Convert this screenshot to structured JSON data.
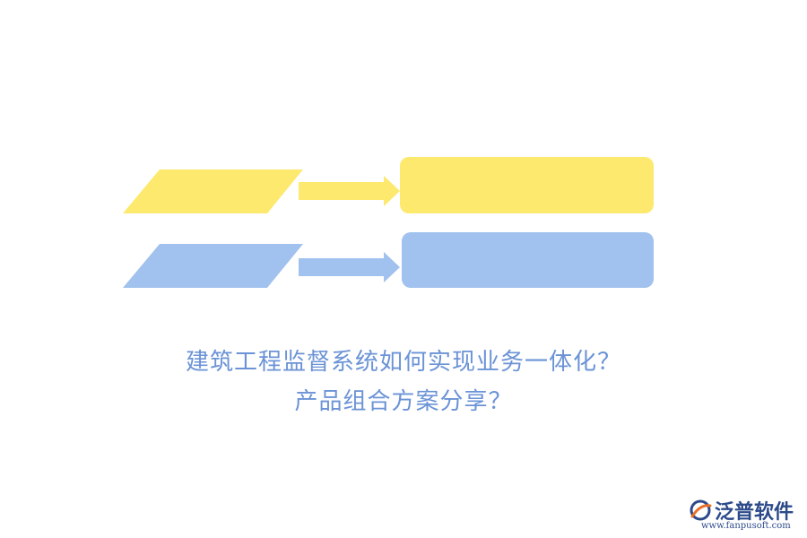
{
  "colors": {
    "yellow": "#fde96e",
    "blue": "#a1c1ee",
    "caption_text": "#6b93d6",
    "logo_text": "#2c4a8a",
    "logo_accent": "#e8702a"
  },
  "caption": {
    "line1": "建筑工程监督系统如何实现业务一体化？",
    "line2": "产品组合方案分享？"
  },
  "watermark": {
    "name": "泛普软件",
    "url": "www.fanpusoft.com"
  }
}
